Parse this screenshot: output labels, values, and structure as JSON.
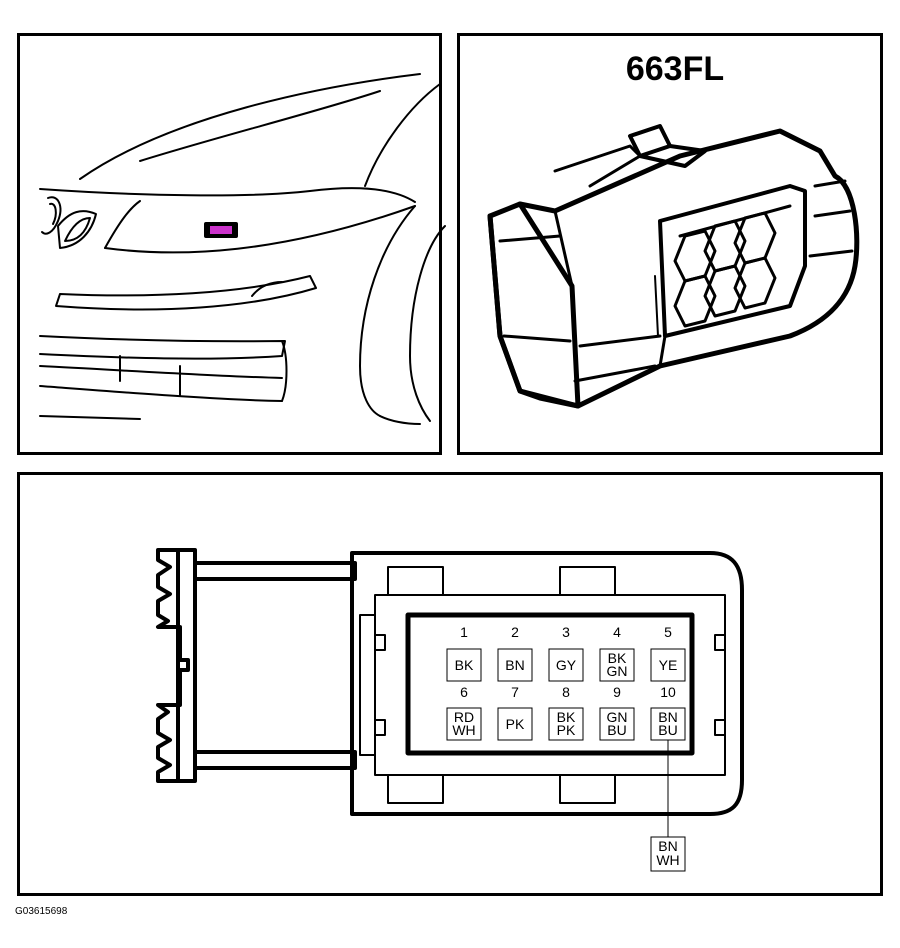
{
  "connector": {
    "title": "663FL",
    "marker_color": "#cc33cc"
  },
  "pins": [
    {
      "num": "1",
      "color": [
        "BK"
      ]
    },
    {
      "num": "2",
      "color": [
        "BN"
      ]
    },
    {
      "num": "3",
      "color": [
        "GY"
      ]
    },
    {
      "num": "4",
      "color": [
        "BK",
        "GN"
      ]
    },
    {
      "num": "5",
      "color": [
        "YE"
      ]
    },
    {
      "num": "6",
      "color": [
        "RD",
        "WH"
      ]
    },
    {
      "num": "7",
      "color": [
        "PK"
      ]
    },
    {
      "num": "8",
      "color": [
        "BK",
        "PK"
      ]
    },
    {
      "num": "9",
      "color": [
        "GN",
        "BU"
      ]
    },
    {
      "num": "10",
      "color": [
        "BN",
        "BU"
      ]
    }
  ],
  "callout": {
    "pin": "10",
    "color": [
      "BN",
      "WH"
    ]
  },
  "figure_id": "G03615698"
}
